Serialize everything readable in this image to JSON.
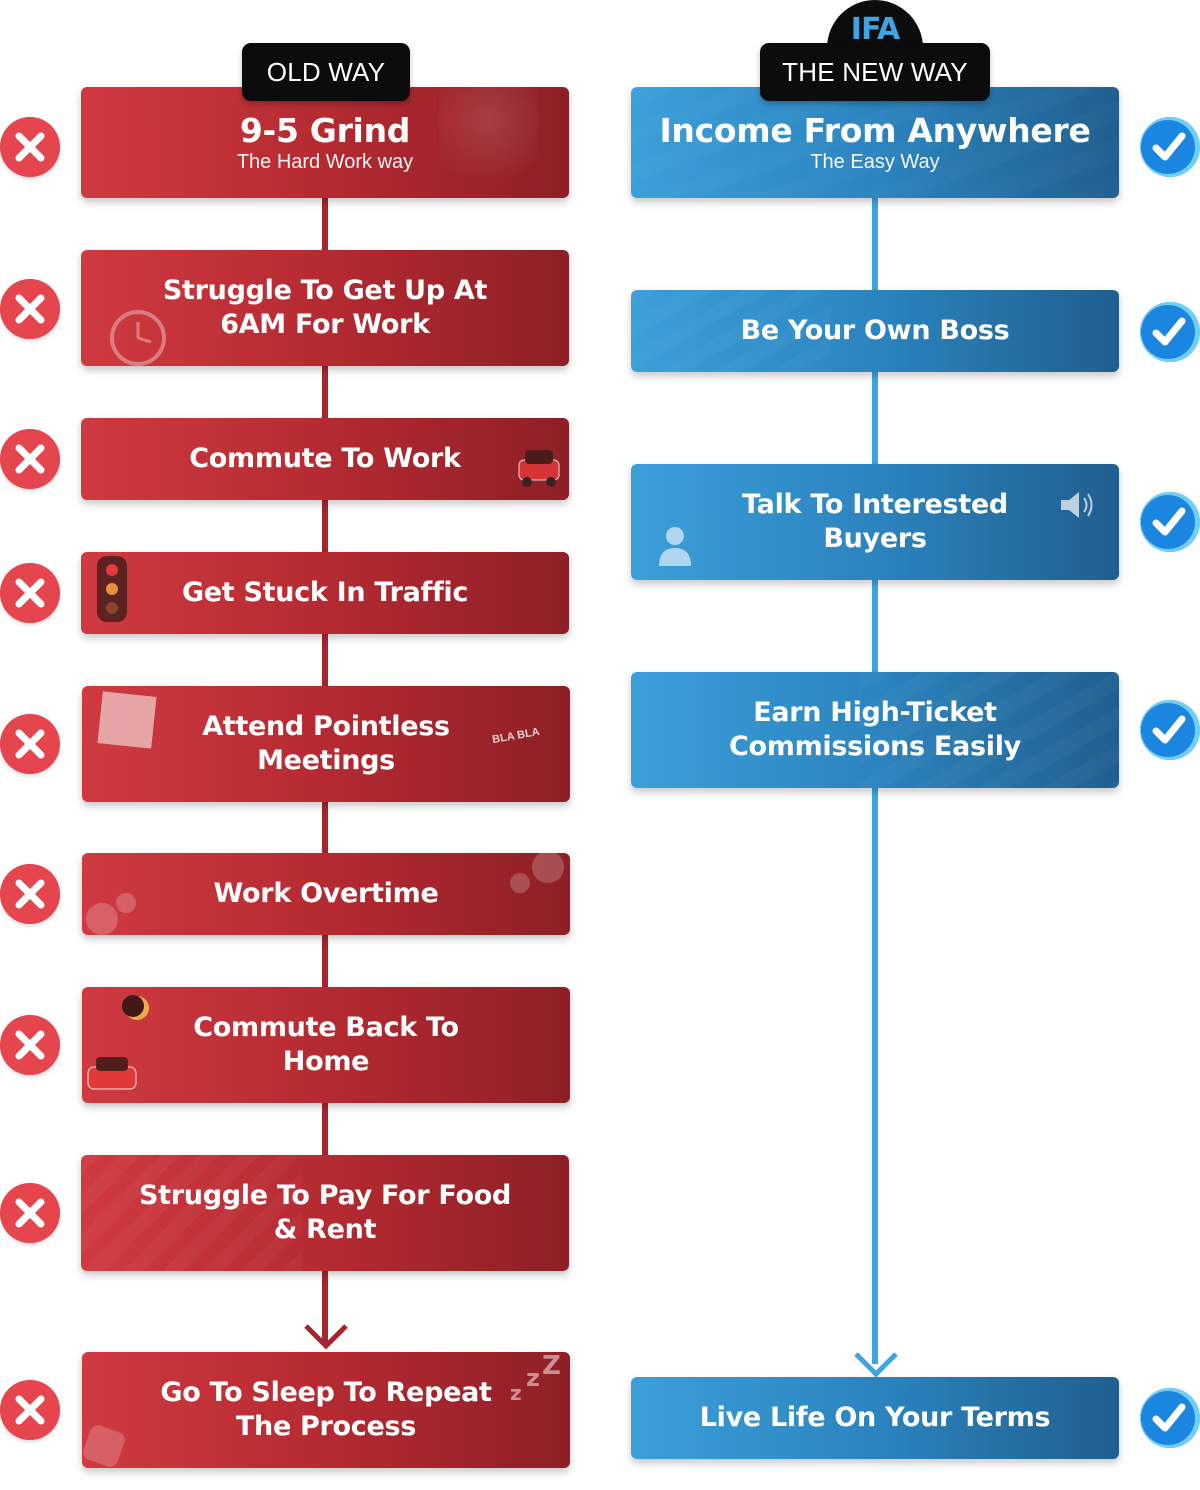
{
  "logo": {
    "text": "IFA"
  },
  "old_way": {
    "header": "OLD WAY",
    "steps": [
      {
        "title": "9-5 Grind",
        "subtitle": "The Hard Work way"
      },
      {
        "title_lines": [
          "Struggle To Get Up At",
          "6AM For Work"
        ]
      },
      {
        "title": "Commute To Work"
      },
      {
        "title": "Get Stuck In Traffic"
      },
      {
        "title_lines": [
          "Attend Pointless",
          "Meetings"
        ],
        "deco_text": "BLA BLA"
      },
      {
        "title": "Work Overtime"
      },
      {
        "title_lines": [
          "Commute Back To",
          "Home"
        ]
      },
      {
        "title_lines": [
          "Struggle To Pay For Food",
          "& Rent"
        ]
      },
      {
        "title_lines": [
          "Go To Sleep To Repeat",
          "The Process"
        ]
      }
    ]
  },
  "new_way": {
    "header": "THE NEW WAY",
    "steps": [
      {
        "title": "Income From Anywhere",
        "subtitle": "The Easy Way"
      },
      {
        "title": "Be Your Own Boss"
      },
      {
        "title_lines": [
          "Talk To Interested",
          "Buyers"
        ]
      },
      {
        "title_lines": [
          "Earn High-Ticket",
          "Commissions Easily"
        ]
      },
      {
        "title": "Live Life On Your Terms"
      }
    ]
  },
  "icons": {
    "old": "x-icon",
    "new": "check-icon"
  },
  "colors": {
    "red": "#b52a31",
    "blue": "#2c84bf",
    "x": "#e5454d",
    "check": "#1a86e0"
  }
}
